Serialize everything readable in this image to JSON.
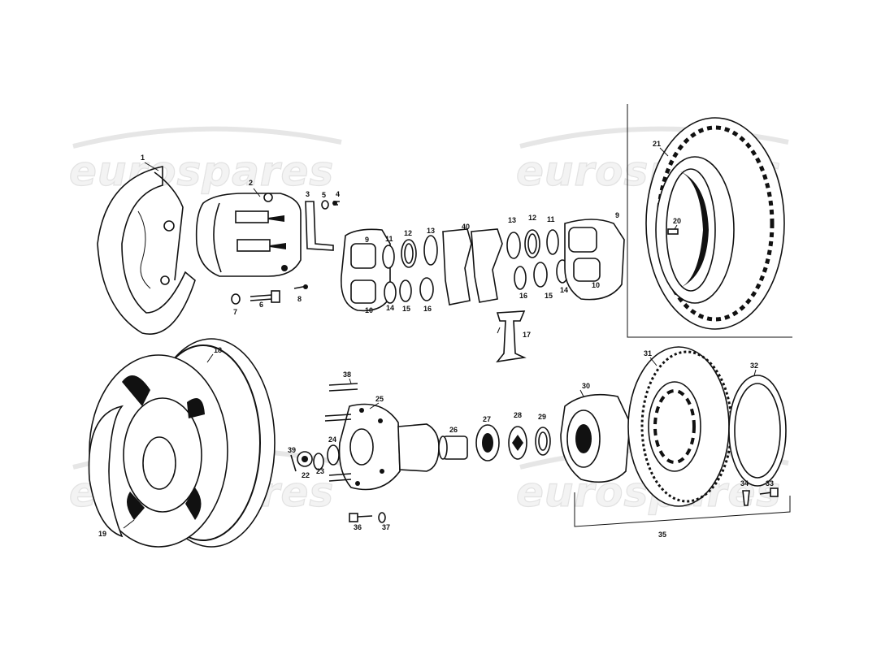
{
  "watermark": {
    "text": "eurospares",
    "logo_name": "eurospares-watermark-logo"
  },
  "colors": {
    "ink": "#111111",
    "background": "#ffffff",
    "watermark": "#e2e2e2"
  },
  "part_numbers": {
    "p1": "1",
    "p2": "2",
    "p3": "3",
    "p4": "4",
    "p5": "5",
    "p6": "6",
    "p7": "7",
    "p8": "8",
    "p9a": "9",
    "p9b": "9",
    "p10a": "10",
    "p10b": "10",
    "p11a": "11",
    "p11b": "11",
    "p12a": "12",
    "p12b": "12",
    "p13a": "13",
    "p13b": "13",
    "p14a": "14",
    "p14b": "14",
    "p15a": "15",
    "p15b": "15",
    "p16a": "16",
    "p16b": "16",
    "p17": "17",
    "p18": "18",
    "p19": "19",
    "p20": "20",
    "p21": "21",
    "p22": "22",
    "p23": "23",
    "p24": "24",
    "p25": "25",
    "p26": "26",
    "p27": "27",
    "p28": "28",
    "p29": "29",
    "p30": "30",
    "p31": "31",
    "p32": "32",
    "p33": "33",
    "p34": "34",
    "p35": "35",
    "p36": "36",
    "p37": "37",
    "p38": "38",
    "p39": "39",
    "p40": "40"
  }
}
